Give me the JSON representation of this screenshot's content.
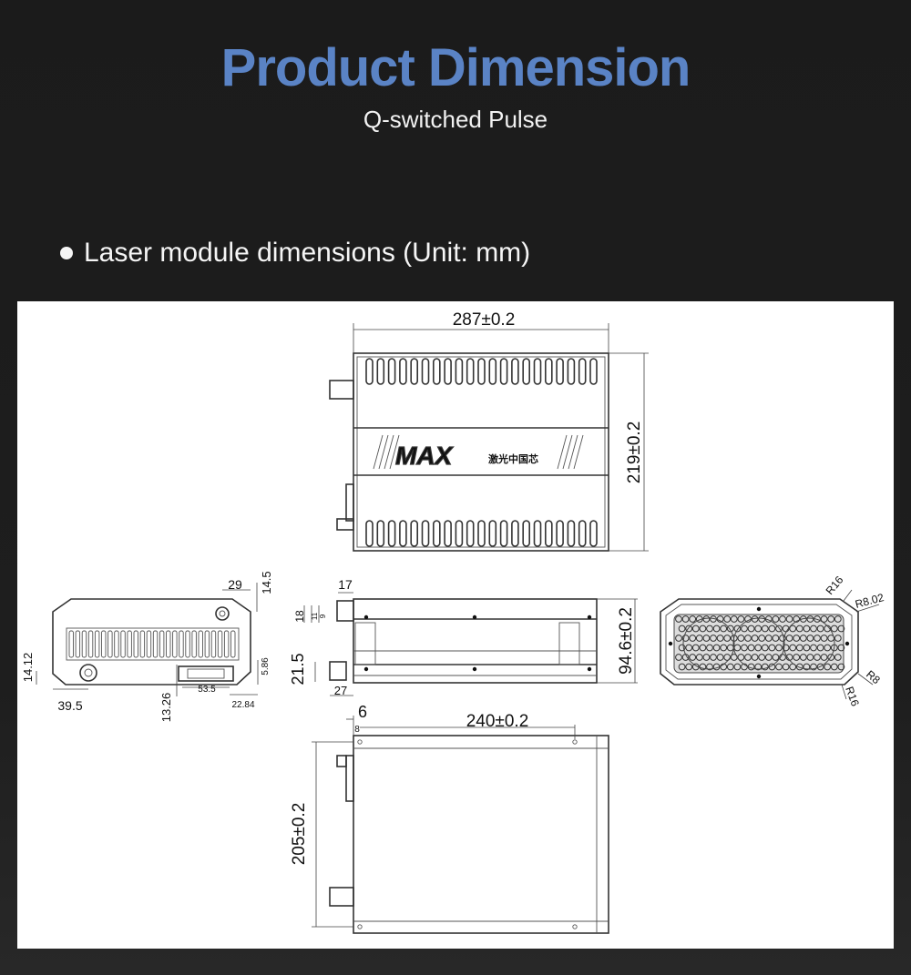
{
  "header": {
    "title": "Product Dimension",
    "subtitle": "Q-switched Pulse"
  },
  "section": {
    "bullet": "Laser module dimensions (Unit: mm)"
  },
  "logo": {
    "brand": "MAX",
    "tagline": "激光中国芯"
  },
  "colors": {
    "title": "#5a83c5",
    "background": "#1c1c1c",
    "panel": "#ffffff"
  },
  "top_view": {
    "width": "287±0.2",
    "depth": "219±0.2"
  },
  "front_view": {
    "d1": "29",
    "d2": "14.5",
    "d3": "14.12",
    "d4": "39.5",
    "d5": "13.26",
    "d6": "53.5",
    "d7": "5.86",
    "d8": "22.84"
  },
  "side_view": {
    "d1": "17",
    "d2": "18",
    "d3": "11",
    "d4": "9",
    "d5": "21.5",
    "d6": "27",
    "height": "94.6±0.2"
  },
  "end_view": {
    "r1": "R16",
    "r2": "R8.02",
    "r3": "R8",
    "r4": "R16"
  },
  "bottom_view": {
    "d1": "6",
    "d2": "8",
    "width": "240±0.2",
    "depth": "205±0.2"
  }
}
